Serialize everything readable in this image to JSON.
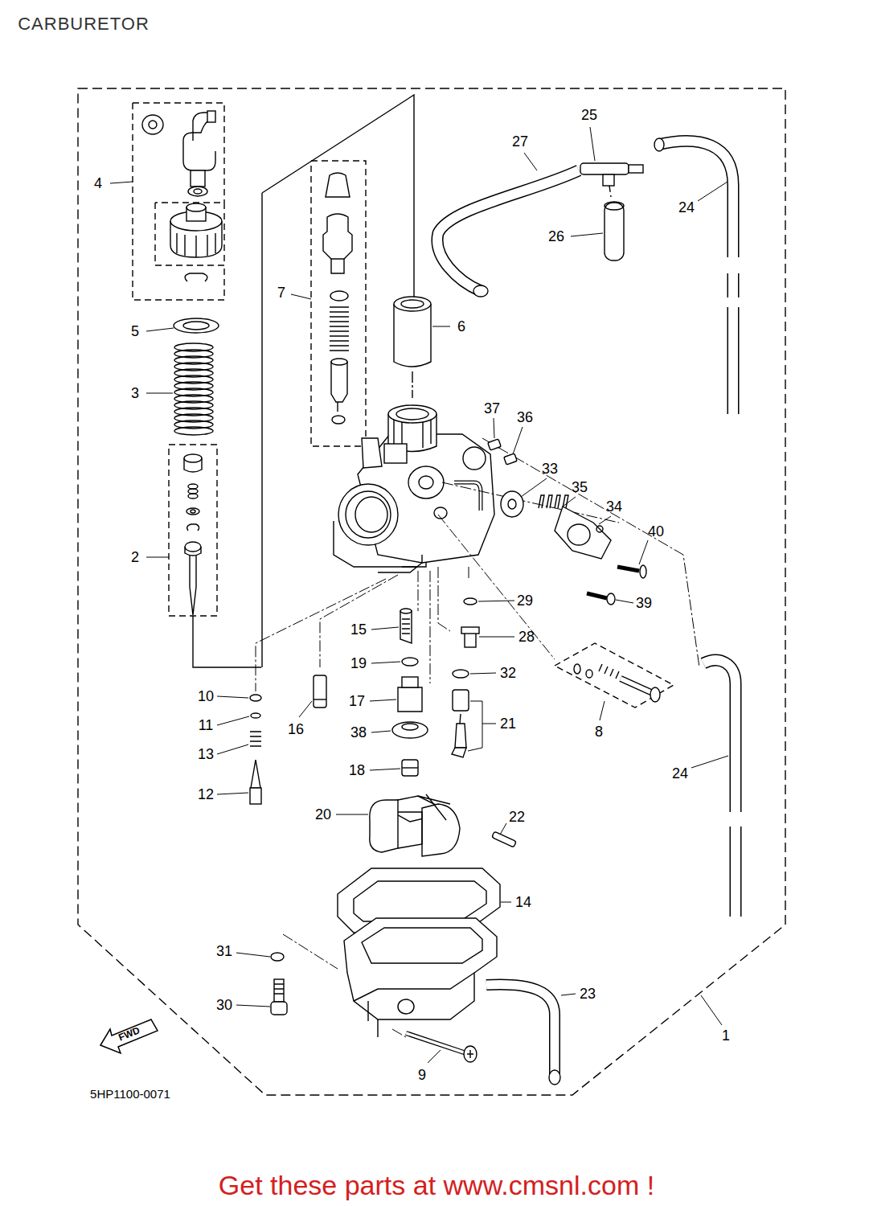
{
  "diagram": {
    "title": "CARBURETOR",
    "caption": "Get these parts at www.cmsnl.com !",
    "labels": [
      "4",
      "27",
      "25",
      "24",
      "26",
      "7",
      "6",
      "5",
      "3",
      "37",
      "36",
      "33",
      "35",
      "34",
      "40",
      "2",
      "29",
      "39",
      "15",
      "28",
      "19",
      "10",
      "32",
      "17",
      "8",
      "11",
      "16",
      "21",
      "38",
      "13",
      "24",
      "18",
      "12",
      "20",
      "22",
      "14",
      "31",
      "23",
      "30",
      "1",
      "9",
      "FWD",
      "5HP1100-0071"
    ]
  }
}
